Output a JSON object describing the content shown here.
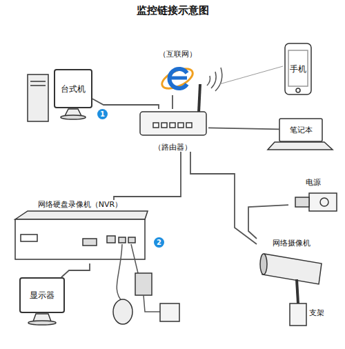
{
  "diagram": {
    "title": "监控链接示意图",
    "nodes": [
      {
        "text": [
          "台式机"
        ]
      },
      {
        "text": [
          "（互联网）"
        ]
      },
      {
        "text": [
          "手机"
        ]
      },
      {
        "text": [
          "笔记本"
        ]
      },
      {
        "text": [
          "（路由器）"
        ]
      },
      {
        "text": [
          "电源"
        ]
      },
      {
        "text": [
          "网络硬盘录像机（NVR）"
        ]
      },
      {
        "text": [
          "网络摄像机"
        ]
      },
      {
        "text": [
          "显示器"
        ]
      }
    ],
    "edges": [
      {
        "from": 0,
        "to": 4,
        "arrow": "none"
      },
      {
        "from": 1,
        "to": 4,
        "arrow": "none"
      },
      {
        "from": 3,
        "to": 4,
        "arrow": "none"
      },
      {
        "from": 4,
        "to": 6,
        "arrow": "none"
      },
      {
        "from": 4,
        "to": 7,
        "arrow": "none"
      },
      {
        "from": 5,
        "to": 7,
        "arrow": "none"
      },
      {
        "from": 6,
        "to": 8,
        "arrow": "none"
      }
    ],
    "labels": [
      "1",
      "2",
      "支架"
    ]
  }
}
